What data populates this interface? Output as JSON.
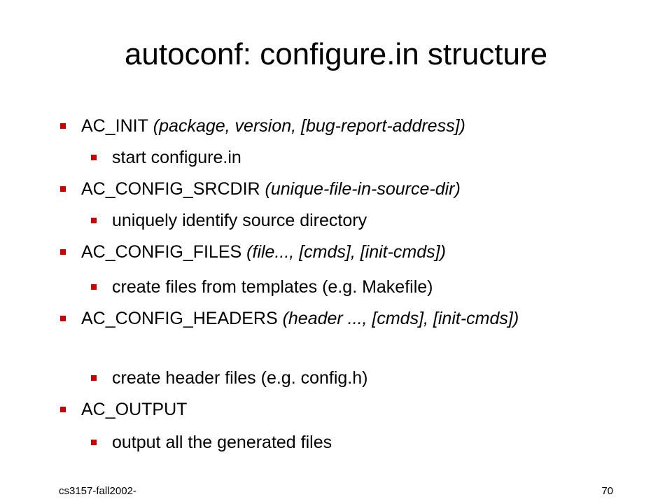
{
  "title": "autoconf: configure.in structure",
  "bullets": [
    {
      "cmd": "AC_INIT",
      "args": " (package, version, [bug-report-address])"
    },
    {
      "text": "start configure.in"
    },
    {
      "cmd": "AC_CONFIG_SRCDIR",
      "args": " (unique-file-in-source-dir)"
    },
    {
      "text": "uniquely identify source directory"
    },
    {
      "cmd": "AC_CONFIG_FILES",
      "args": " (file..., [cmds], [init-cmds])"
    },
    {
      "text": "create files from templates (e.g. Makefile)"
    },
    {
      "cmd": "AC_CONFIG_HEADERS",
      "args": " (header ..., [cmds], [init-cmds])"
    },
    {
      "text": "create header files (e.g. config.h)"
    },
    {
      "cmd": "AC_OUTPUT",
      "args": ""
    },
    {
      "text": "output all the generated files"
    }
  ],
  "footer": {
    "left": "cs3157-fall2002-",
    "page_number": "70"
  },
  "colors": {
    "bullet": "#cc0000",
    "text": "#000000",
    "background": "#ffffff"
  }
}
